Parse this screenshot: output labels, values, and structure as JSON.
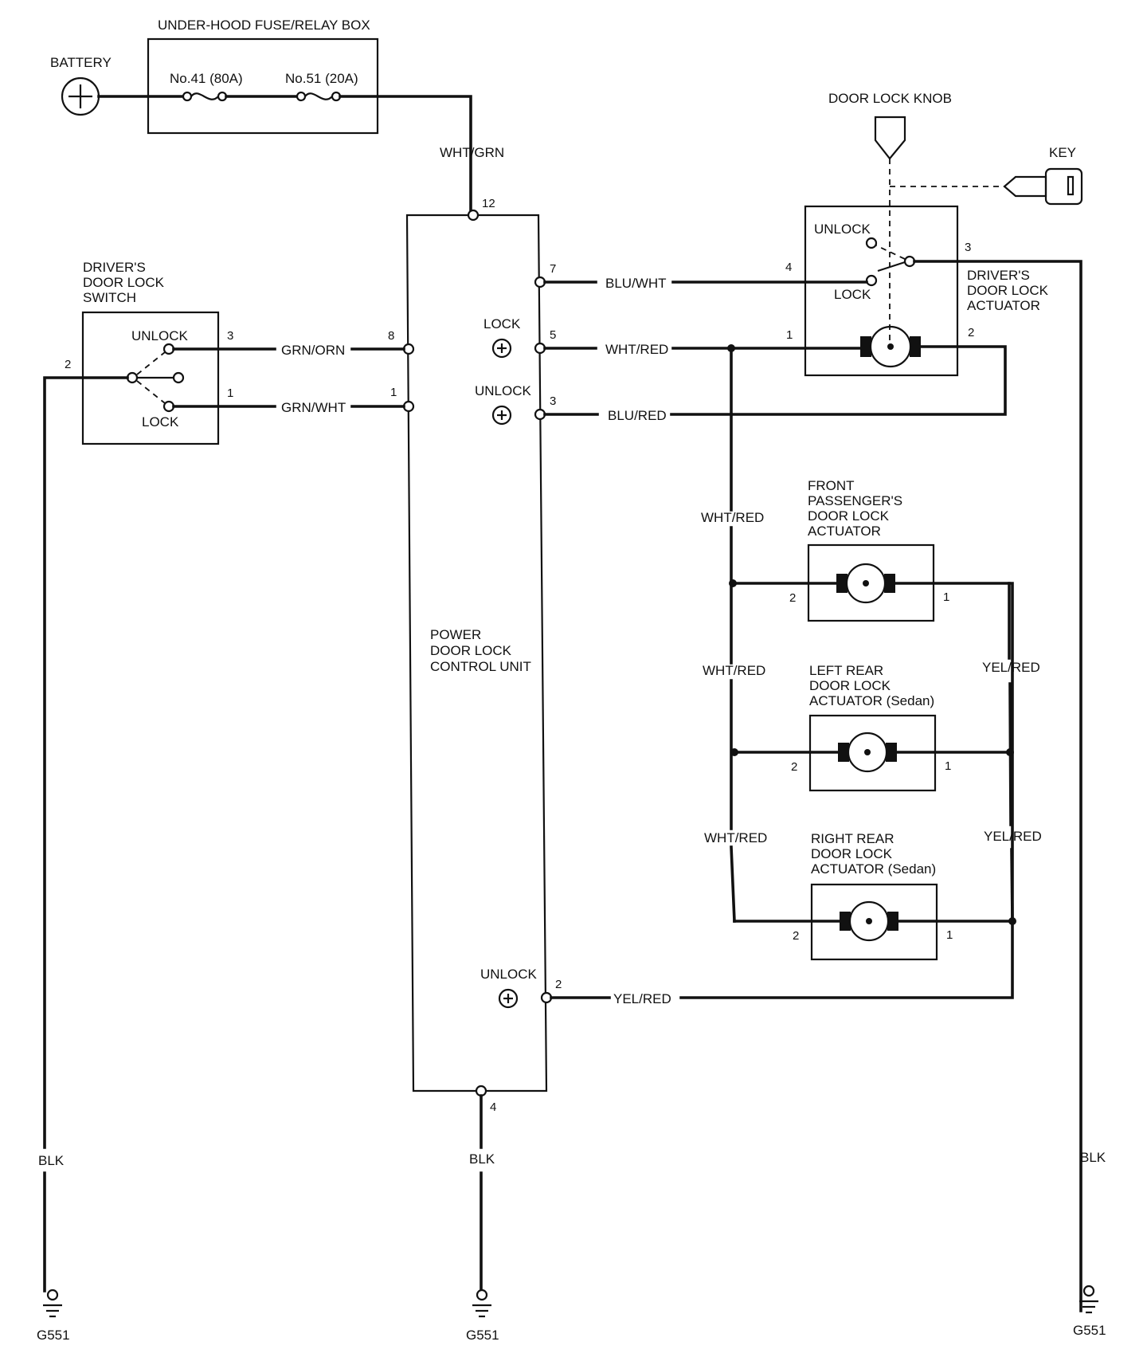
{
  "fuse_box": {
    "title": "UNDER-HOOD FUSE/RELAY BOX",
    "fuse_1": "No.41 (80A)",
    "fuse_2": "No.51 (20A)"
  },
  "battery": {
    "label": "BATTERY"
  },
  "door_lock_knob": {
    "label": "DOOR LOCK KNOB"
  },
  "key": {
    "label": "KEY"
  },
  "driver_switch": {
    "title_l1": "DRIVER'S",
    "title_l2": "DOOR LOCK",
    "title_l3": "SWITCH",
    "unlock": "UNLOCK",
    "lock": "LOCK",
    "pin_unlock": "3",
    "pin_lock": "1",
    "pin_ground": "2"
  },
  "control_unit": {
    "title_l1": "POWER",
    "title_l2": "DOOR LOCK",
    "title_l3": "CONTROL UNIT",
    "lock": "LOCK",
    "unlock_1": "UNLOCK",
    "unlock_2": "UNLOCK",
    "pin_power": "12",
    "pin_blu_wht": "7",
    "pin_lock_out": "5",
    "pin_unlock_out": "3",
    "pin_sw_unlock": "8",
    "pin_sw_lock": "1",
    "pin_unlock_pass": "2",
    "pin_ground": "4"
  },
  "driver_actuator": {
    "title_l1": "DRIVER'S",
    "title_l2": "DOOR LOCK",
    "title_l3": "ACTUATOR",
    "unlock": "UNLOCK",
    "lock": "LOCK",
    "pin_switch_in": "4",
    "pin_switch_out": "3",
    "pin_motor_1": "1",
    "pin_motor_2": "2"
  },
  "front_passenger_actuator": {
    "title_l1": "FRONT",
    "title_l2": "PASSENGER'S",
    "title_l3": "DOOR LOCK",
    "title_l4": "ACTUATOR",
    "pin_left": "2",
    "pin_right": "1"
  },
  "left_rear_actuator": {
    "title_l1": "LEFT REAR",
    "title_l2": "DOOR LOCK",
    "title_l3": "ACTUATOR (Sedan)",
    "pin_left": "2",
    "pin_right": "1"
  },
  "right_rear_actuator": {
    "title_l1": "RIGHT REAR",
    "title_l2": "DOOR LOCK",
    "title_l3": "ACTUATOR (Sedan)",
    "pin_left": "2",
    "pin_right": "1"
  },
  "wires": {
    "wht_grn": "WHT/GRN",
    "blu_wht": "BLU/WHT",
    "wht_red_main": "WHT/RED",
    "blu_red": "BLU/RED",
    "grn_orn": "GRN/ORN",
    "grn_wht": "GRN/WHT",
    "wht_red_1": "WHT/RED",
    "wht_red_2": "WHT/RED",
    "wht_red_3": "WHT/RED",
    "yel_red_1": "YEL/RED",
    "yel_red_2": "YEL/RED",
    "yel_red_main": "YEL/RED",
    "blk_left": "BLK",
    "blk_center": "BLK",
    "blk_right": "BLK"
  },
  "grounds": {
    "left": "G551",
    "center": "G551",
    "right": "G551"
  }
}
